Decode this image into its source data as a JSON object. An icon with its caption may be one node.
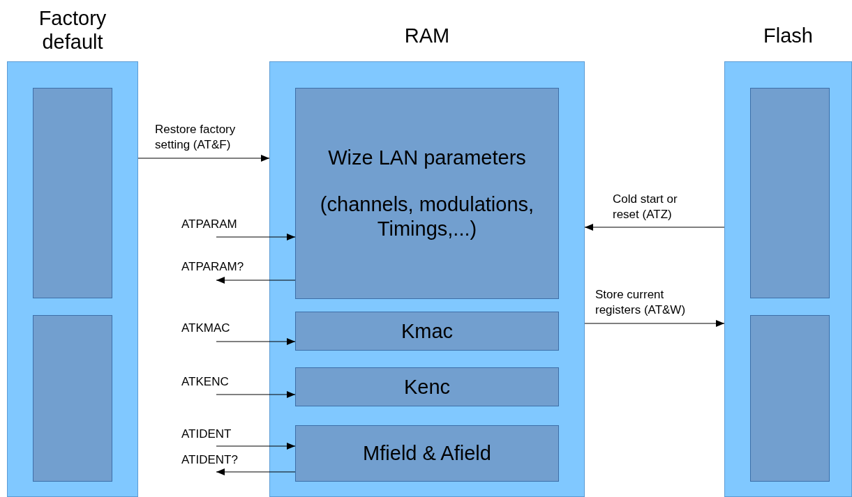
{
  "diagram": {
    "nodes": [
      {
        "text": [
          "Factory default"
        ]
      },
      {
        "text": [],
        "shape": "box",
        "in": 0
      },
      {
        "text": [],
        "shape": "box",
        "in": 0
      },
      {
        "text": [
          "RAM"
        ]
      },
      {
        "text": [
          "Wize LAN parameters",
          "(channels, modulations, Timings,...)"
        ],
        "in": 3
      },
      {
        "text": [
          "Kmac"
        ],
        "in": 3
      },
      {
        "text": [
          "Kenc"
        ],
        "in": 3
      },
      {
        "text": [
          "Mfield & Afield"
        ],
        "in": 3
      },
      {
        "text": [
          "Flash"
        ]
      },
      {
        "text": [],
        "shape": "box",
        "in": 8
      },
      {
        "text": [],
        "shape": "box",
        "in": 8
      }
    ],
    "edges": [
      {
        "from": 0,
        "to": 3,
        "arrow": "to",
        "label": "Restore factory setting (AT&F)"
      },
      {
        "from": null,
        "to": 4,
        "arrow": "to",
        "label": "ATPARAM"
      },
      {
        "from": 4,
        "to": null,
        "arrow": "to",
        "label": "ATPARAM?"
      },
      {
        "from": 8,
        "to": 3,
        "arrow": "to",
        "label": "Cold start or reset (ATZ)"
      },
      {
        "from": 3,
        "to": 8,
        "arrow": "to",
        "label": "Store current registers (AT&W)"
      },
      {
        "from": null,
        "to": 5,
        "arrow": "to",
        "label": "ATKMAC"
      },
      {
        "from": null,
        "to": 6,
        "arrow": "to",
        "label": "ATKENC"
      },
      {
        "from": null,
        "to": 7,
        "arrow": "to",
        "label": "ATIDENT"
      },
      {
        "from": 7,
        "to": null,
        "arrow": "to",
        "label": "ATIDENT?"
      }
    ]
  }
}
